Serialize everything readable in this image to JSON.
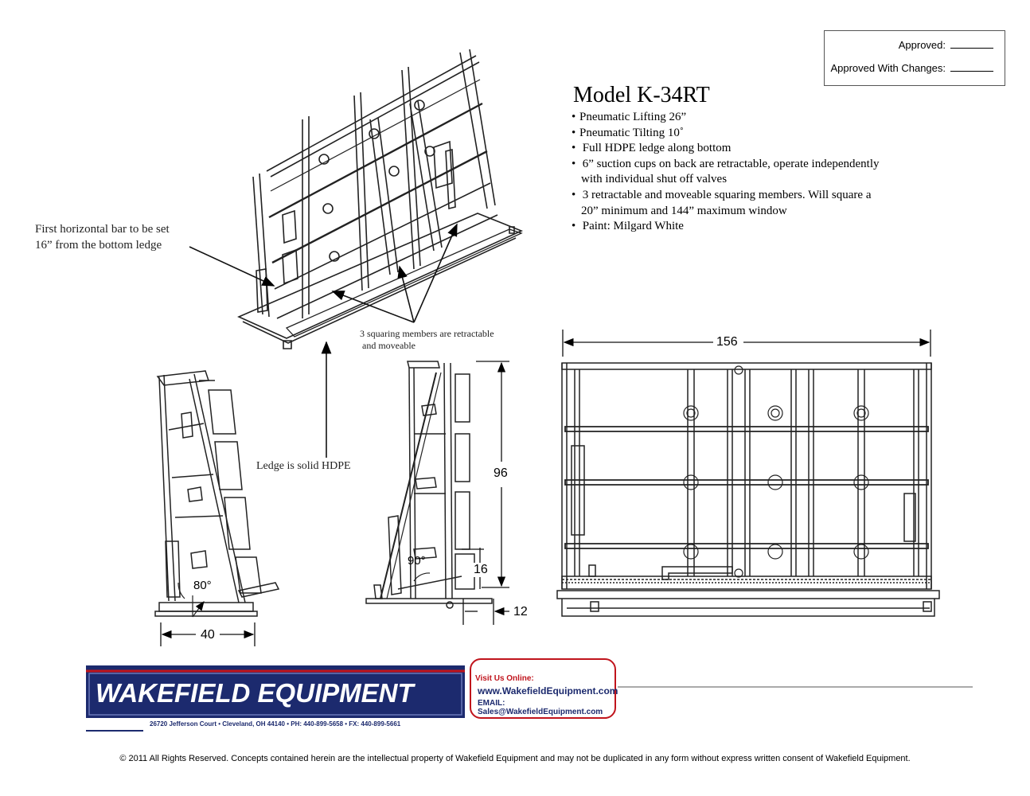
{
  "approval": {
    "approved_label": "Approved:",
    "approved_changes_label": "Approved With Changes:"
  },
  "model": {
    "title": "Model K-34RT",
    "bullets": [
      "Pneumatic Lifting 26”",
      "Pneumatic Tilting 10˚",
      "Full HDPE ledge along bottom",
      "6” suction cups on back are retractable, operate independently",
      "with individual shut off valves",
      "3 retractable and moveable squaring members. Will square a",
      "20” minimum and 144” maximum window",
      "Paint: Milgard White"
    ]
  },
  "notes": {
    "first_bar_line1": "First horizontal bar to be set",
    "first_bar_line2": "16” from the bottom ledge",
    "squaring_line1": "3 squaring members are retractable",
    "squaring_line2": "and moveable",
    "ledge": "Ledge is solid HDPE"
  },
  "dimensions": {
    "width_156": "156",
    "height_96": "96",
    "height_16": "16",
    "depth_12": "12",
    "base_40": "40",
    "angle_80": "80°",
    "angle_90": "90°"
  },
  "brand": {
    "name": "WAKEFIELD EQUIPMENT",
    "address": "26720 Jefferson Court • Cleveland, OH 44140 • PH: 440-899-5658 • FX: 440-899-5661",
    "visit_title": "Visit Us Online:",
    "website": "www.WakefieldEquipment.com",
    "email": "EMAIL: Sales@WakefieldEquipment.com",
    "color_red": "#c0141c",
    "color_navy": "#1c2a6e"
  },
  "copyright": "© 2011 All Rights Reserved. Concepts contained herein are the intellectual property of Wakefield Equipment and may not be duplicated in any form without express written consent of Wakefield Equipment."
}
